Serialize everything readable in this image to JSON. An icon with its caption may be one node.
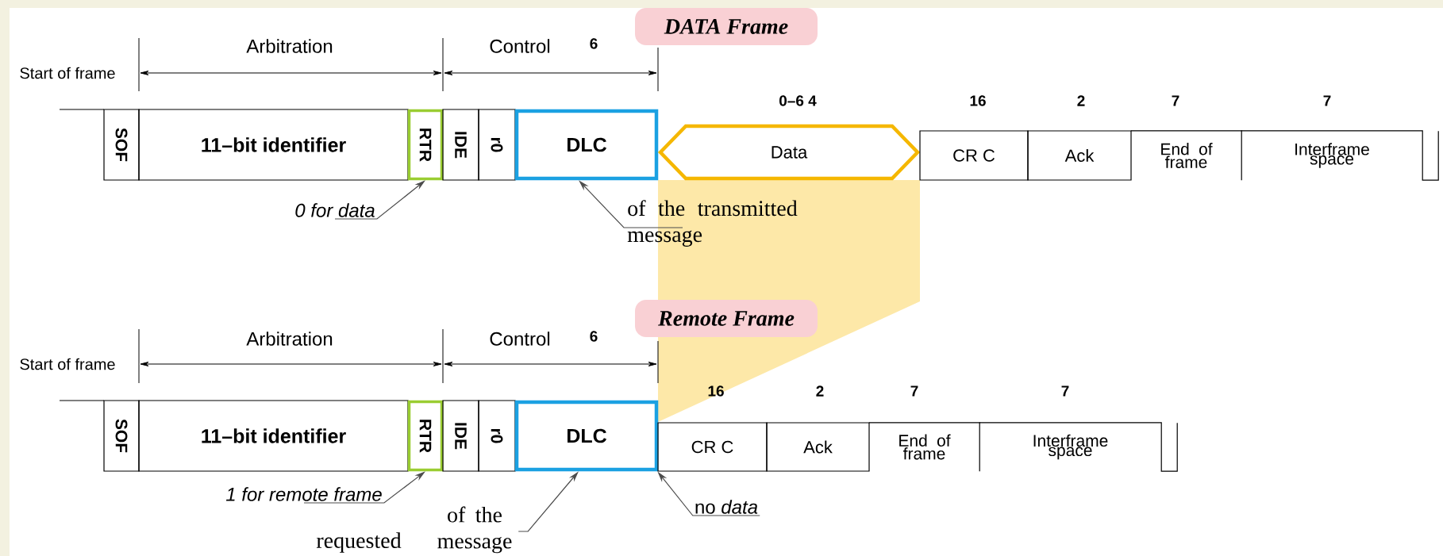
{
  "diagram": {
    "nodes": [
      {
        "text": [
          "DATA Frame"
        ]
      },
      {
        "text": [
          "SOF"
        ]
      },
      {
        "text": [
          "11–bit identifier"
        ]
      },
      {
        "text": [
          "RTR"
        ]
      },
      {
        "text": [
          "IDE"
        ]
      },
      {
        "text": [
          "r0"
        ]
      },
      {
        "text": [
          "DLC"
        ]
      },
      {
        "text": [
          "Data"
        ]
      },
      {
        "text": [
          "CR C"
        ]
      },
      {
        "text": [
          "Ack"
        ]
      },
      {
        "text": [
          "End of frame"
        ]
      },
      {
        "text": [
          "Interframe space"
        ]
      },
      {
        "text": [
          "0 for data"
        ]
      },
      {
        "text": [
          "of the transmitted message"
        ]
      },
      {
        "text": [
          "Remote Frame"
        ]
      },
      {
        "text": [
          "SOF"
        ]
      },
      {
        "text": [
          "11–bit identifier"
        ]
      },
      {
        "text": [
          "RTR"
        ]
      },
      {
        "text": [
          "IDE"
        ]
      },
      {
        "text": [
          "r0"
        ]
      },
      {
        "text": [
          "DLC"
        ]
      },
      {
        "text": [
          "CR C"
        ]
      },
      {
        "text": [
          "Ack"
        ]
      },
      {
        "text": [
          "End of frame"
        ]
      },
      {
        "text": [
          "Interframe space"
        ]
      },
      {
        "text": [
          "1 for remote frame"
        ]
      },
      {
        "text": [
          "of the message"
        ]
      },
      {
        "text": [
          "no *data*"
        ]
      }
    ],
    "edges": [
      {
        "from": 12,
        "to": 3,
        "arrow": "to"
      },
      {
        "from": 13,
        "to": 6,
        "arrow": "to"
      },
      {
        "from": 25,
        "to": 17,
        "arrow": "to"
      },
      {
        "from": 26,
        "to": 20,
        "arrow": "to"
      },
      {
        "from": 27,
        "to": 21,
        "arrow": "to"
      }
    ],
    "labels": [
      "Start of frame",
      "Arbitration",
      "Control",
      "6",
      "0–6 4",
      "16",
      "2",
      "7",
      "7",
      "Start of frame",
      "Arbitration",
      "Control",
      "6",
      "16",
      "2",
      "7",
      "7",
      "requested"
    ]
  }
}
